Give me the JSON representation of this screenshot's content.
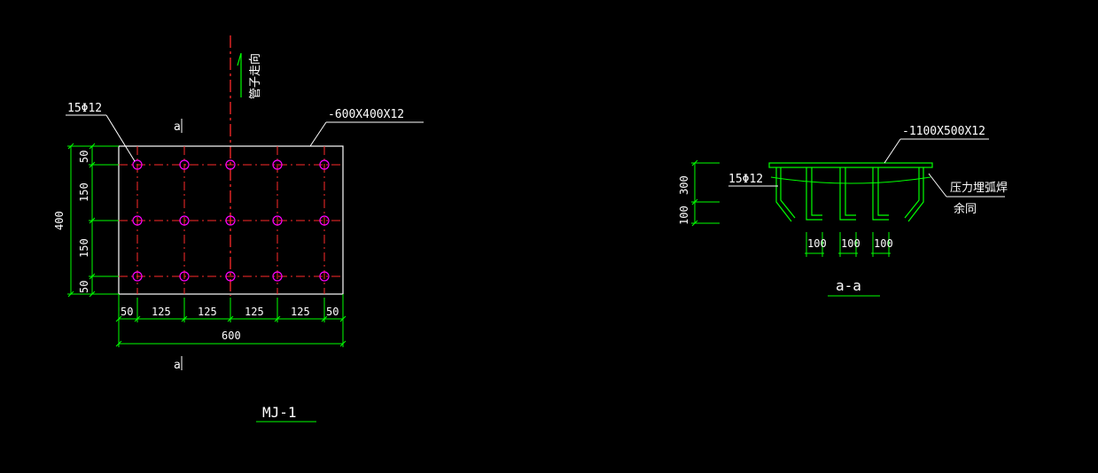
{
  "plan": {
    "plate_label": "-600X400X12",
    "anchor_label": "15Φ12",
    "pipe_direction_label": "管子走向",
    "section_mark_top": "a",
    "section_mark_bottom": "a",
    "dim_left": [
      "50",
      "150",
      "150",
      "50"
    ],
    "dim_left_total": "400",
    "dim_bottom": [
      "50",
      "125",
      "125",
      "125",
      "125",
      "50"
    ],
    "dim_bottom_total": "600",
    "title": "MJ-1"
  },
  "section": {
    "plate_label": "-1100X500X12",
    "anchor_label": "15Φ12",
    "weld_note_line1": "压力埋弧焊",
    "weld_note_line2": "余同",
    "dim_left": [
      "300",
      "100"
    ],
    "dim_bottom": [
      "100",
      "100",
      "100"
    ],
    "title": "a-a"
  },
  "colors": {
    "background": "#000000",
    "plate_outline": "#ffffff",
    "anchor_circle": "#ff00ff",
    "centerline": "#ff0000",
    "dimension": "#00ff00",
    "section_bars": "#00ff00"
  }
}
